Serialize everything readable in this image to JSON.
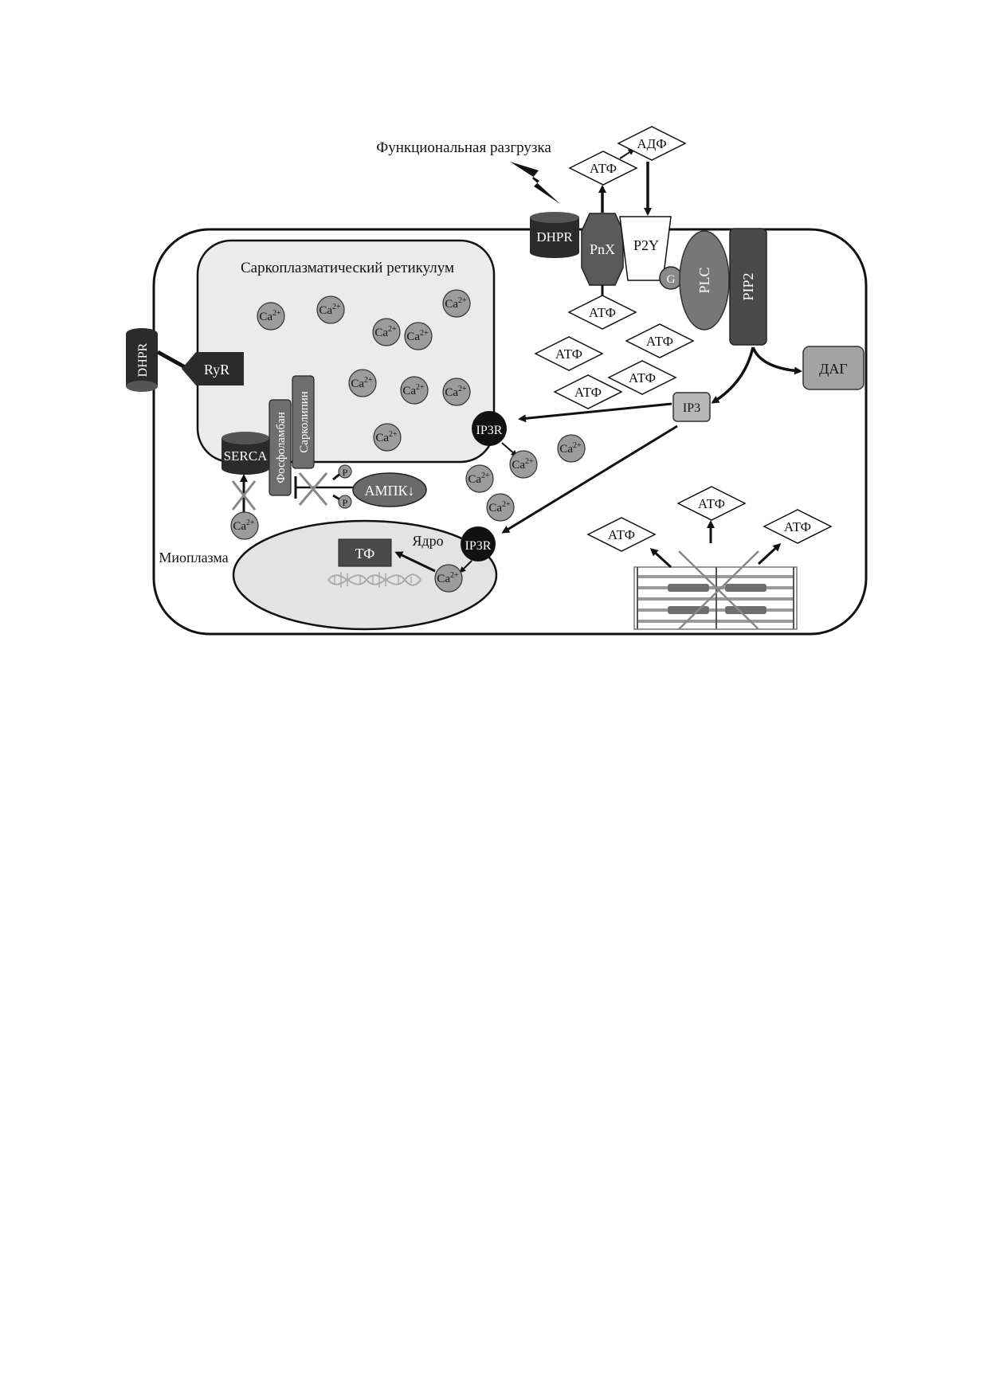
{
  "labels": {
    "unloading": "Функциональная разгрузка",
    "sr": "Саркоплазматический ретикулум",
    "myoplasm": "Миоплазма",
    "nucleus": "Ядро",
    "dhpr_top": "DHPR",
    "dhpr_left": "DHPR",
    "ryr": "RyR",
    "pnx": "PnX",
    "p2y": "P2Y",
    "g": "G",
    "plc": "PLC",
    "pip2": "PIP2",
    "dag": "ДАГ",
    "ip3": "IP3",
    "ip3r_sr": "IP3R",
    "ip3r_nuc": "IP3R",
    "serca": "SERCA",
    "phospholamban": "Фосфоламбан",
    "sarcolipin": "Сарколипин",
    "ampk": "АМПК↓",
    "p1": "P",
    "p2": "P",
    "tf": "ТФ",
    "ca_base": "Ca",
    "ca_sup": "2+",
    "atp": "АТФ",
    "adp": "АДФ"
  },
  "colors": {
    "dark": "#2b2b2b",
    "mid": "#666666",
    "light": "#9a9a9a",
    "sr_fill": "#ebebeb",
    "nucleus_fill": "#e3e3e3",
    "ca_fill": "#9c9c9c",
    "black": "#111111"
  }
}
